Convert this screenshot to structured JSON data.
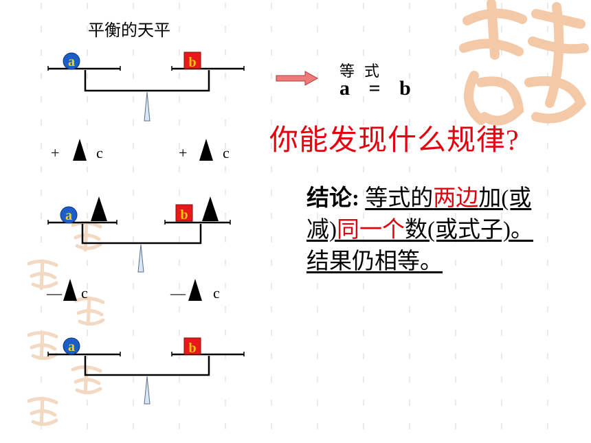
{
  "scene": {
    "title": "平衡的天平",
    "weight_a": "a",
    "weight_b": "b",
    "add_op": "+",
    "sub_op": "—",
    "c_label": "c"
  },
  "equation": {
    "label": "等式",
    "left": "a",
    "sign": "=",
    "right": "b"
  },
  "question": "你能发现什么规律?",
  "conclusion": {
    "lead": "结论:",
    "p1": "等式的",
    "red1": "两边",
    "p2": "加(或",
    "p3": "减)",
    "red2": "同一个",
    "p4": "数(或式子)。",
    "p5": "结果仍相等。"
  },
  "colors": {
    "accent_red": "#e4000f",
    "ball_blue": "#1c5ec7",
    "ball_yellow": "#f2d21b",
    "box_red": "#e8191a",
    "box_yellow": "#f5c60e",
    "arrow_pink": "#ee7a7a",
    "watermark": "#f3c9a8",
    "dash": "#d9d9d9"
  }
}
